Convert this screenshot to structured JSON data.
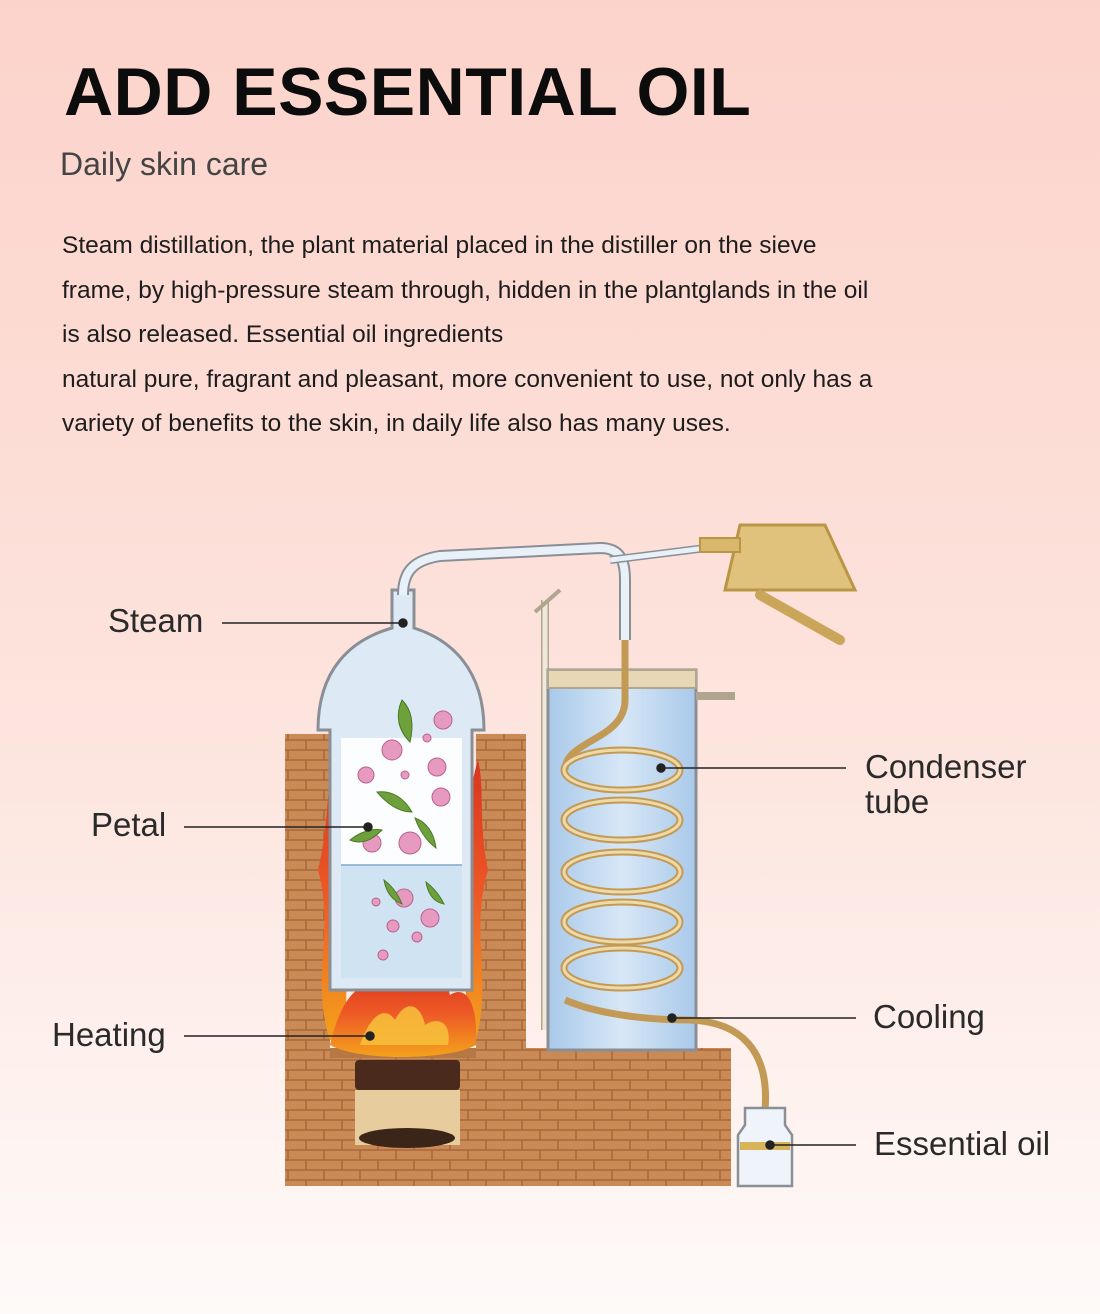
{
  "header": {
    "title": "ADD ESSENTIAL OIL",
    "subtitle": "Daily skin care"
  },
  "description": {
    "lines": [
      "Steam distillation, the plant material placed in the distiller on the sieve",
      "frame, by high-pressure steam through, hidden in the plantglands in the oil",
      "is also released. Essential oil ingredients",
      "natural pure, fragrant and pleasant, more convenient to use, not only has a",
      "variety of benefits to the skin, in daily life also has many uses."
    ]
  },
  "diagram": {
    "labels": {
      "steam": "Steam",
      "petal": "Petal",
      "heating": "Heating",
      "condenser_line1": "Condenser",
      "condenser_line2": "tube",
      "cooling": "Cooling",
      "essential_oil": "Essential oil"
    },
    "colors": {
      "brick": "#c98a56",
      "brick_dark": "#a8683a",
      "flame": "#e8532a",
      "water": "#bcd6ee",
      "coil": "#d8b06a",
      "glass": "#dce9f5",
      "petal_pink": "#e79ac0",
      "leaf": "#6ea13c"
    }
  }
}
